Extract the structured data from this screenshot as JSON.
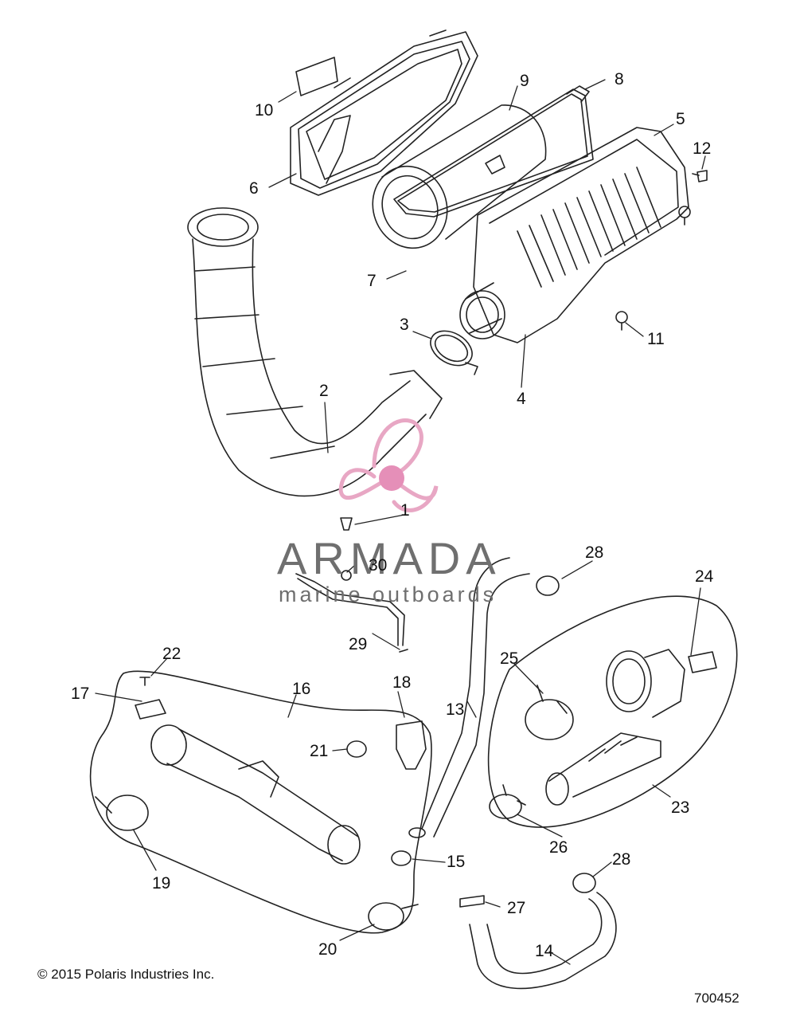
{
  "diagram": {
    "callouts": [
      {
        "id": "c1",
        "text": "1"
      },
      {
        "id": "c2",
        "text": "2"
      },
      {
        "id": "c3",
        "text": "3"
      },
      {
        "id": "c4",
        "text": "4"
      },
      {
        "id": "c5",
        "text": "5"
      },
      {
        "id": "c6",
        "text": "6"
      },
      {
        "id": "c7",
        "text": "7"
      },
      {
        "id": "c8",
        "text": "8"
      },
      {
        "id": "c9",
        "text": "9"
      },
      {
        "id": "c10",
        "text": "10"
      },
      {
        "id": "c11",
        "text": "11"
      },
      {
        "id": "c12",
        "text": "12"
      },
      {
        "id": "c13",
        "text": "13"
      },
      {
        "id": "c14",
        "text": "14"
      },
      {
        "id": "c15",
        "text": "15"
      },
      {
        "id": "c16",
        "text": "16"
      },
      {
        "id": "c17",
        "text": "17"
      },
      {
        "id": "c18",
        "text": "18"
      },
      {
        "id": "c19",
        "text": "19"
      },
      {
        "id": "c20",
        "text": "20"
      },
      {
        "id": "c21",
        "text": "21"
      },
      {
        "id": "c22",
        "text": "22"
      },
      {
        "id": "c23",
        "text": "23"
      },
      {
        "id": "c24",
        "text": "24"
      },
      {
        "id": "c25",
        "text": "25"
      },
      {
        "id": "c26",
        "text": "26"
      },
      {
        "id": "c27",
        "text": "27"
      },
      {
        "id": "c28a",
        "text": "28"
      },
      {
        "id": "c28b",
        "text": "28"
      },
      {
        "id": "c29",
        "text": "29"
      },
      {
        "id": "c30",
        "text": "30"
      }
    ],
    "copyright": "© 2015 Polaris Industries Inc.",
    "reference_number": "700452"
  },
  "watermark": {
    "brand": "ARMADA",
    "tagline": "marine outboards",
    "logo_icon": "propeller-logo-icon",
    "colors": {
      "logo": "#e8a7c4",
      "logo_center": "#e58fb8",
      "text": "#6f6f6f"
    }
  },
  "colors": {
    "line": "#222222",
    "background": "#ffffff"
  }
}
